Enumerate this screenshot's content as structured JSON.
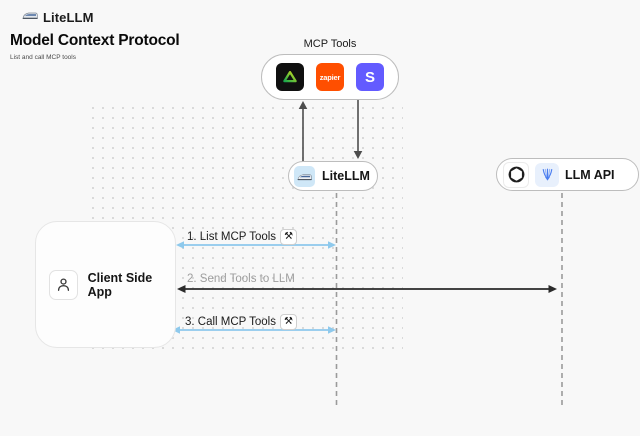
{
  "header": {
    "brand": "LiteLLM"
  },
  "page": {
    "title": "Model Context Protocol",
    "subtitle": "List and call MCP tools"
  },
  "diagram": {
    "mcp_tools": {
      "label": "MCP Tools",
      "tools": [
        {
          "name": "triangle-tool"
        },
        {
          "name": "zapier",
          "label": "zapier"
        },
        {
          "name": "stripe",
          "label": "S"
        }
      ]
    },
    "litellm": {
      "label": "LiteLLM"
    },
    "llm_api": {
      "label": "LLM API"
    },
    "client": {
      "label": "Client Side App"
    },
    "flows": [
      {
        "label": "1. List MCP Tools",
        "tool_badge": true
      },
      {
        "label": "2. Send Tools to LLM",
        "tool_badge": false
      },
      {
        "label": "3. Call MCP Tools",
        "tool_badge": true
      }
    ]
  },
  "icons": {
    "tool_glyph": "⚒"
  },
  "colors": {
    "background": "#f8f8f8",
    "flow_blue": "#8ec9ec",
    "flow_dark": "#2b2b2b",
    "dashed_gray": "#9b9b9b",
    "zapier_orange": "#ff4f00",
    "stripe_purple": "#635bff",
    "tool_black": "#101010",
    "litellm_icon_bg": "#cfe7f7"
  }
}
